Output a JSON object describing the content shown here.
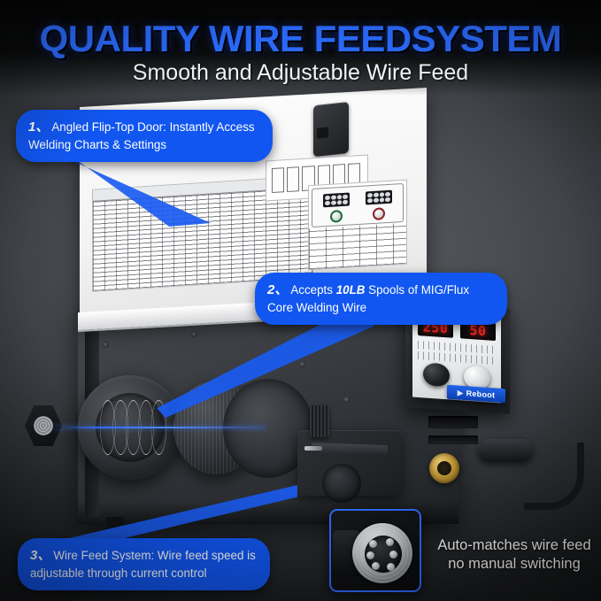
{
  "header": {
    "headline": "QUALITY WIRE FEEDSYSTEM",
    "subheadline": "Smooth and Adjustable Wire Feed",
    "headline_color": "#2b6bff",
    "subheadline_color": "#f2f4f7"
  },
  "theme": {
    "callout_blue": "#1156f0",
    "accent_blue": "#2f6cff",
    "background": "#33363a",
    "led_red": "#ff2a22"
  },
  "callouts": [
    {
      "number": "1、",
      "text_before": "Angled Flip-Top Door: Instantly Access Welding Charts & Settings",
      "emphasis": "",
      "text_after": ""
    },
    {
      "number": "2、",
      "text_before": "Accepts ",
      "emphasis": "10LB",
      "text_after": " Spools of MIG/Flux Core Welding Wire"
    },
    {
      "number": "3、",
      "text_before": "Wire Feed System: Wire feed speed is adjustable through current control",
      "emphasis": "",
      "text_after": ""
    }
  ],
  "control_panel": {
    "display_left": "250",
    "display_right": "50",
    "brand": "Reboot",
    "brand_mark": "▶"
  },
  "inset": {
    "caption_line1": "Auto-matches wire feed",
    "caption_line2": "no manual switching",
    "connector_name": "multi-pin-connector"
  },
  "icons": {
    "door_latch": "latch-handle-icon",
    "spool_hub": "wire-spool-hub-icon",
    "feed_drive": "wire-feed-drive-icon",
    "euro_socket": "euro-connector-socket-icon",
    "cable": "torch-cable-icon"
  }
}
